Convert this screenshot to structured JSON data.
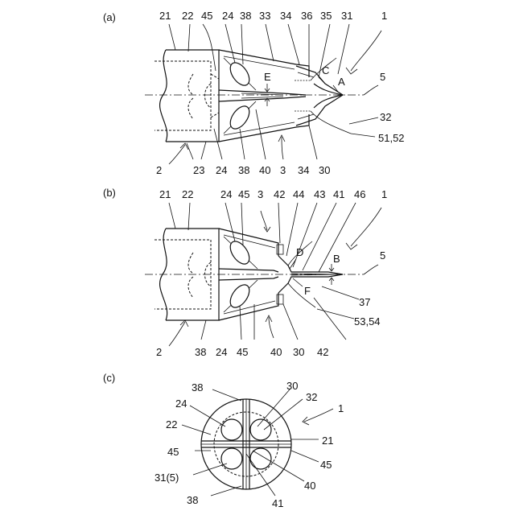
{
  "panels": {
    "a": {
      "label": "(a)",
      "top_refs": [
        "21",
        "22",
        "45",
        "24",
        "38",
        "33",
        "34",
        "36",
        "35",
        "31",
        "1"
      ],
      "right_refs": [
        "5",
        "32",
        "51,52"
      ],
      "bottom_refs": [
        "2",
        "23",
        "24",
        "38",
        "40",
        "3",
        "34",
        "30"
      ],
      "letters": [
        "E",
        "C",
        "A"
      ]
    },
    "b": {
      "label": "(b)",
      "top_refs": [
        "21",
        "22",
        "24",
        "45",
        "3",
        "42",
        "44",
        "43",
        "41",
        "46",
        "1"
      ],
      "right_refs": [
        "5",
        "37",
        "53,54"
      ],
      "bottom_refs": [
        "2",
        "38",
        "24",
        "45",
        "40",
        "30",
        "42"
      ],
      "letters": [
        "D",
        "B",
        "F"
      ]
    },
    "c": {
      "label": "(c)",
      "refs": [
        "38",
        "30",
        "32",
        "1",
        "24",
        "22",
        "21",
        "45",
        "45",
        "31(5)",
        "40",
        "38",
        "41"
      ]
    }
  }
}
